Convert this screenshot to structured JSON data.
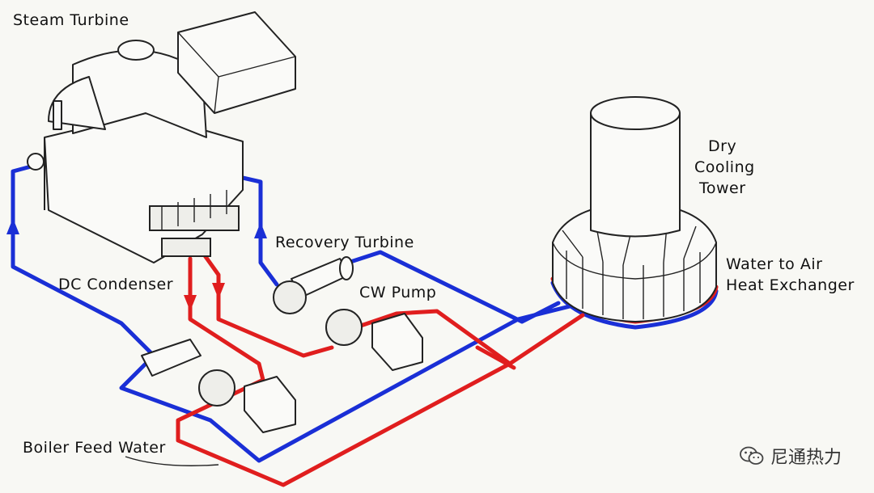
{
  "labels": {
    "steam_turbine": "Steam Turbine",
    "dry": "Dry",
    "cooling": "Cooling",
    "tower": "Tower",
    "recovery_turbine": "Recovery Turbine",
    "water_to_air": "Water to Air",
    "heat_exchanger": "Heat Exchanger",
    "dc_condenser": "DC Condenser",
    "cw_pump": "CW Pump",
    "boiler_feed_water": "Boiler Feed Water"
  },
  "watermark": {
    "text": "尼通热力",
    "icon": "wechat-icon"
  },
  "colors": {
    "cold_pipe": "#1a2fd6",
    "hot_pipe": "#e01e1e",
    "background": "#f8f8f4"
  }
}
